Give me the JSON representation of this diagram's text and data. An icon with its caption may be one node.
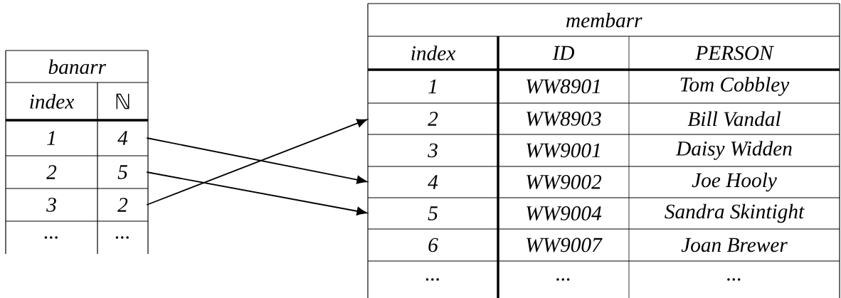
{
  "diagram": {
    "nodes": [
      {
        "text": [
          "banarr"
        ]
      },
      {
        "text": [
          "index"
        ],
        "in": 0
      },
      {
        "text": [
          "ℕ"
        ],
        "in": 0
      },
      {
        "text": [
          "1"
        ],
        "in": 0
      },
      {
        "text": [
          "4"
        ],
        "in": 0
      },
      {
        "text": [
          "2"
        ],
        "in": 0
      },
      {
        "text": [
          "5"
        ],
        "in": 0
      },
      {
        "text": [
          "3"
        ],
        "in": 0
      },
      {
        "text": [
          "2"
        ],
        "in": 0
      },
      {
        "text": [
          "..."
        ],
        "in": 0
      },
      {
        "text": [
          "..."
        ],
        "in": 0
      },
      {
        "text": [
          "membarr"
        ]
      },
      {
        "text": [
          "index"
        ],
        "in": 11
      },
      {
        "text": [
          "ID"
        ],
        "in": 11
      },
      {
        "text": [
          "PERSON"
        ],
        "in": 11
      },
      {
        "text": [
          "1"
        ],
        "in": 11
      },
      {
        "text": [
          "WW8901"
        ],
        "in": 11
      },
      {
        "text": [
          "Tom Cobbley"
        ],
        "in": 11
      },
      {
        "text": [
          "2"
        ],
        "in": 11
      },
      {
        "text": [
          "WW8903"
        ],
        "in": 11
      },
      {
        "text": [
          "Bill Vandal"
        ],
        "in": 11
      },
      {
        "text": [
          "3"
        ],
        "in": 11
      },
      {
        "text": [
          "WW9001"
        ],
        "in": 11
      },
      {
        "text": [
          "Daisy Widden"
        ],
        "in": 11
      },
      {
        "text": [
          "4"
        ],
        "in": 11
      },
      {
        "text": [
          "WW9002"
        ],
        "in": 11
      },
      {
        "text": [
          "Joe Hooly"
        ],
        "in": 11
      },
      {
        "text": [
          "5"
        ],
        "in": 11
      },
      {
        "text": [
          "WW9004"
        ],
        "in": 11
      },
      {
        "text": [
          "Sandra Skintight"
        ],
        "in": 11
      },
      {
        "text": [
          "6"
        ],
        "in": 11
      },
      {
        "text": [
          "WW9007"
        ],
        "in": 11
      },
      {
        "text": [
          "Joan Brewer"
        ],
        "in": 11
      },
      {
        "text": [
          "..."
        ],
        "in": 11
      },
      {
        "text": [
          "..."
        ],
        "in": 11
      },
      {
        "text": [
          "..."
        ],
        "in": 11
      }
    ],
    "edges": [
      {
        "from": 4,
        "to": 24,
        "arrow": "to"
      },
      {
        "from": 6,
        "to": 27,
        "arrow": "to"
      },
      {
        "from": 8,
        "to": 18,
        "arrow": "to"
      }
    ]
  }
}
